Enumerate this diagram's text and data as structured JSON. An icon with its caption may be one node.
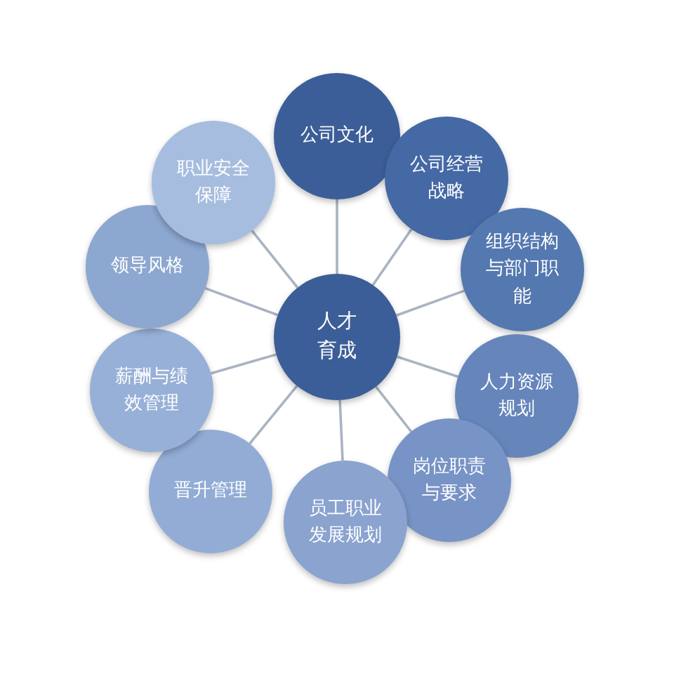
{
  "diagram": {
    "nodes": [
      {
        "text": [
          "人才育成"
        ]
      },
      {
        "text": [
          "公司文化"
        ]
      },
      {
        "text": [
          "公司经营战略"
        ]
      },
      {
        "text": [
          "组织结构与部门职能"
        ]
      },
      {
        "text": [
          "人力资源规划"
        ]
      },
      {
        "text": [
          "岗位职责与要求"
        ]
      },
      {
        "text": [
          "员工职业发展规划"
        ]
      },
      {
        "text": [
          "晋升管理"
        ]
      },
      {
        "text": [
          "薪酬与绩效管理"
        ]
      },
      {
        "text": [
          "领导风格"
        ]
      },
      {
        "text": [
          "职业安全保障"
        ]
      }
    ],
    "edges": [
      {
        "from": 0,
        "to": 1,
        "arrow": "none"
      },
      {
        "from": 0,
        "to": 2,
        "arrow": "none"
      },
      {
        "from": 0,
        "to": 3,
        "arrow": "none"
      },
      {
        "from": 0,
        "to": 4,
        "arrow": "none"
      },
      {
        "from": 0,
        "to": 5,
        "arrow": "none"
      },
      {
        "from": 0,
        "to": 6,
        "arrow": "none"
      },
      {
        "from": 0,
        "to": 7,
        "arrow": "none"
      },
      {
        "from": 0,
        "to": 8,
        "arrow": "none"
      },
      {
        "from": 0,
        "to": 9,
        "arrow": "none"
      },
      {
        "from": 0,
        "to": 10,
        "arrow": "none"
      }
    ]
  }
}
